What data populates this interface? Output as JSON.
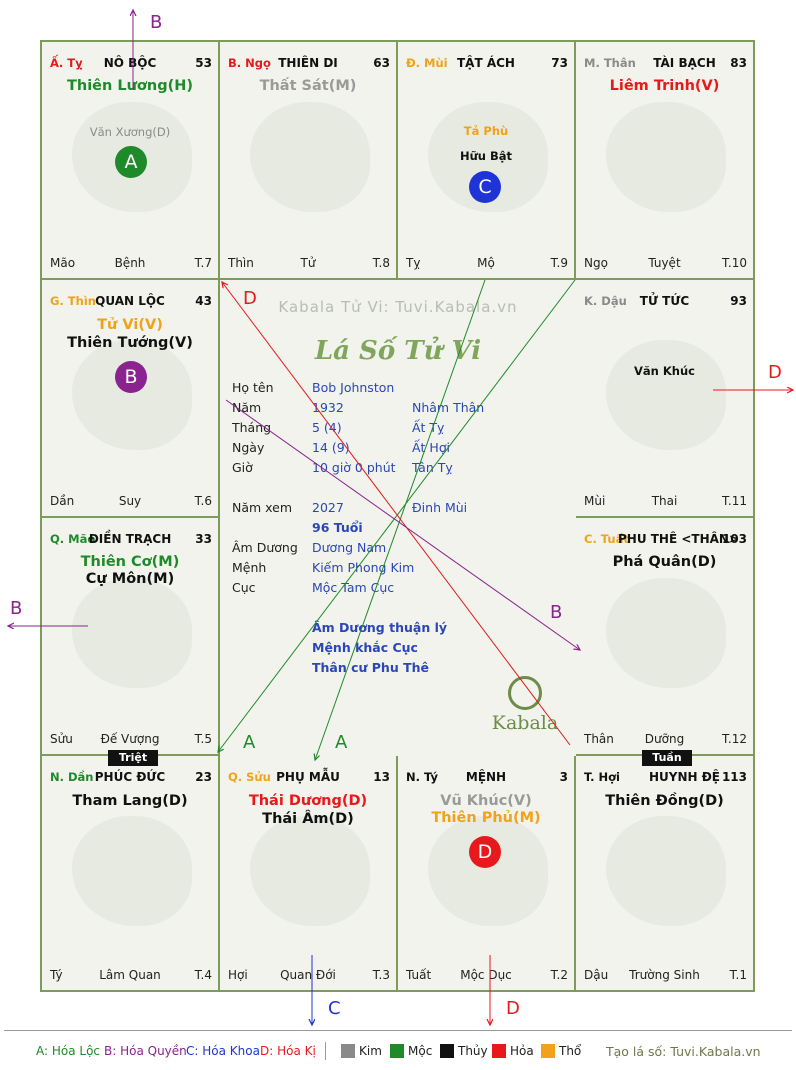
{
  "colors": {
    "board_bg": "#f1f3ec",
    "grid": "#7d9c5c",
    "kim": "#8a8a8a",
    "moc": "#1f8a2a",
    "thuy": "#111111",
    "hoa": "#e8191c",
    "tho": "#f0a21a",
    "hoa_loc": "#1f8a2a",
    "hoa_quyen": "#8a238f",
    "hoa_khoa": "#1e34d6",
    "hoa_ky": "#e8191c"
  },
  "cells": [
    {
      "can": "Ấ. Tỵ",
      "can_color": "#e8191c",
      "name": "NÔ BỘC",
      "num": "53",
      "stars": [
        {
          "text": "Thiên Lương(H)",
          "color": "#1f8a2a"
        }
      ],
      "minors": [
        {
          "text": "Văn Xương(D)",
          "color": "#8a8a8a"
        }
      ],
      "badge": {
        "letter": "A",
        "color": "#1f8a2a"
      },
      "bottom": [
        "Mão",
        "Bệnh",
        "T.7"
      ]
    },
    {
      "can": "B. Ngọ",
      "can_color": "#e8191c",
      "name": "THIÊN DI",
      "num": "63",
      "stars": [
        {
          "text": "Thất Sát(M)",
          "color": "#9a9a9a"
        }
      ],
      "minors": [],
      "badge": null,
      "bottom": [
        "Thìn",
        "Tử",
        "T.8"
      ]
    },
    {
      "can": "Đ. Mùi",
      "can_color": "#f0a21a",
      "name": "TẬT ÁCH",
      "num": "73",
      "stars": [],
      "minors": [
        {
          "text": "Tả Phù",
          "color": "#f0a21a"
        },
        {
          "text": "Hữu Bật",
          "color": "#111111"
        }
      ],
      "badge": {
        "letter": "C",
        "color": "#1e34d6"
      },
      "bottom": [
        "Tỵ",
        "Mộ",
        "T.9"
      ]
    },
    {
      "can": "M. Thân",
      "can_color": "#8a8a8a",
      "name": "TÀI BẠCH",
      "num": "83",
      "stars": [
        {
          "text": "Liêm Trinh(V)",
          "color": "#e8191c"
        }
      ],
      "minors": [],
      "badge": null,
      "bottom": [
        "Ngọ",
        "Tuyệt",
        "T.10"
      ]
    },
    {
      "can": "G. Thìn",
      "can_color": "#f0a21a",
      "name": "QUAN LỘC",
      "num": "43",
      "stars": [
        {
          "text": "Tử Vi(V)",
          "color": "#f0a21a"
        },
        {
          "text": "Thiên Tướng(V)",
          "color": "#111111"
        }
      ],
      "minors": [],
      "badge": {
        "letter": "B",
        "color": "#8a238f"
      },
      "bottom": [
        "Dần",
        "Suy",
        "T.6"
      ]
    },
    {
      "can": "K. Dậu",
      "can_color": "#8a8a8a",
      "name": "TỬ TỨC",
      "num": "93",
      "stars": [],
      "minors": [
        {
          "text": "Văn Khúc",
          "color": "#111111"
        }
      ],
      "badge": null,
      "bottom": [
        "Mùi",
        "Thai",
        "T.11"
      ]
    },
    {
      "can": "Q. Mão",
      "can_color": "#1f8a2a",
      "name": "ĐIỀN TRẠCH",
      "num": "33",
      "stars": [
        {
          "text": "Thiên Cơ(M)",
          "color": "#1f8a2a"
        },
        {
          "text": "Cự Môn(M)",
          "color": "#111111"
        }
      ],
      "minors": [],
      "badge": null,
      "bottom": [
        "Sửu",
        "Đế Vượng",
        "T.5"
      ]
    },
    {
      "can": "C. Tuất",
      "can_color": "#f0a21a",
      "name": "PHU THÊ <THÂN>",
      "num": "103",
      "stars": [
        {
          "text": "Phá Quân(D)",
          "color": "#111111"
        }
      ],
      "minors": [],
      "badge": null,
      "bottom": [
        "Thân",
        "Dưỡng",
        "T.12"
      ]
    },
    {
      "can": "N. Dần",
      "can_color": "#1f8a2a",
      "name": "PHÚC ĐỨC",
      "num": "23",
      "stars": [
        {
          "text": "Tham Lang(D)",
          "color": "#111111"
        }
      ],
      "minors": [],
      "badge": null,
      "bottom": [
        "Tý",
        "Lâm Quan",
        "T.4"
      ]
    },
    {
      "can": "Q. Sửu",
      "can_color": "#f0a21a",
      "name": "PHỤ MẪU",
      "num": "13",
      "stars": [
        {
          "text": "Thái Dương(D)",
          "color": "#e8191c"
        },
        {
          "text": "Thái Âm(D)",
          "color": "#111111"
        }
      ],
      "minors": [],
      "badge": null,
      "bottom": [
        "Hợi",
        "Quan Đới",
        "T.3"
      ]
    },
    {
      "can": "N. Tý",
      "can_color": "#111111",
      "name": "MỆNH",
      "num": "3",
      "stars": [
        {
          "text": "Vũ Khúc(V)",
          "color": "#9a9a9a"
        },
        {
          "text": "Thiên Phủ(M)",
          "color": "#f0a21a"
        }
      ],
      "minors": [],
      "badge": {
        "letter": "D",
        "color": "#e8191c"
      },
      "bottom": [
        "Tuất",
        "Mộc Dục",
        "T.2"
      ]
    },
    {
      "can": "T. Hợi",
      "can_color": "#111111",
      "name": "HUYNH ĐỆ",
      "num": "113",
      "stars": [
        {
          "text": "Thiên Đồng(D)",
          "color": "#111111"
        }
      ],
      "minors": [],
      "badge": null,
      "bottom": [
        "Dậu",
        "Trường Sinh",
        "T.1"
      ]
    }
  ],
  "tags": {
    "triet": "Triệt",
    "tuan": "Tuần"
  },
  "center": {
    "watermark": "Kabala Tử Vi: Tuvi.Kabala.vn",
    "title": "Lá Số Tử Vi",
    "rows": [
      {
        "label": "Họ tên",
        "value": "Bob Johnston",
        "value2": ""
      },
      {
        "label": "Năm",
        "value": "1932",
        "value2": "Nhâm Thân"
      },
      {
        "label": "Tháng",
        "value": "5  (4)",
        "value2": "Ất Tỵ"
      },
      {
        "label": "Ngày",
        "value": "14  (9)",
        "value2": "Ất Hợi"
      },
      {
        "label": "Giờ",
        "value": "10 giờ 0 phút",
        "value2": "Tân Tỵ"
      },
      {
        "label": "Năm xem",
        "value": "2027",
        "value2": "Đinh Mùi"
      },
      {
        "label": "",
        "value": "96 Tuổi",
        "value2": ""
      },
      {
        "label": "Âm Dương",
        "value": "Dương Nam",
        "value2": ""
      },
      {
        "label": "Mệnh",
        "value": "Kiếm Phong Kim",
        "value2": ""
      },
      {
        "label": "Cục",
        "value": "Mộc Tam Cục",
        "value2": ""
      }
    ],
    "notes": [
      "Âm Dương thuận lý",
      "Mệnh khắc Cục",
      "Thân cư Phu Thê"
    ],
    "logo_text": "Kabala"
  },
  "arrow_labels": {
    "a": "A",
    "b": "B",
    "c": "C",
    "d": "D"
  },
  "legend": {
    "hoa_loc": "A: Hóa Lộc",
    "hoa_quyen": "B: Hóa Quyền",
    "hoa_khoa": "C: Hóa Khoa",
    "hoa_ky": "D: Hóa Kị",
    "kim": "Kim",
    "moc": "Mộc",
    "thuy": "Thủy",
    "hoa": "Hỏa",
    "tho": "Thổ",
    "site": "Tạo lá số: Tuvi.Kabala.vn"
  }
}
